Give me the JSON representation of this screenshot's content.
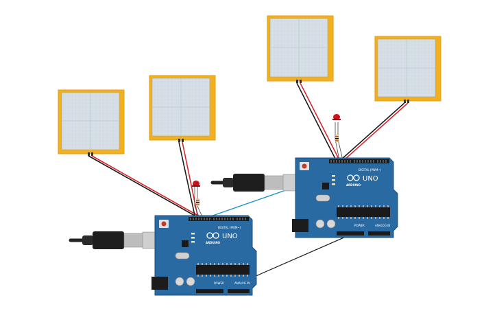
{
  "circuit": {
    "arduino_left": {
      "model_label": "UNO",
      "brand_label": "ARDUINO",
      "digital_header_label": "DIGITAL (PWM~)",
      "power_label": "POWER",
      "analog_label": "ANALOG IN"
    },
    "arduino_right": {
      "model_label": "UNO",
      "brand_label": "ARDUINO",
      "digital_header_label": "DIGITAL (PWM~)",
      "power_label": "POWER",
      "analog_label": "ANALOG IN"
    },
    "colors": {
      "board": "#2a6aa3",
      "sensor_frame": "#f2b01e",
      "sensor_pad": "#d6dfe6",
      "wire_red": "#d9262b",
      "wire_black": "#1b1b1b",
      "wire_blue": "#2293c7",
      "led": "#c9121b"
    }
  }
}
